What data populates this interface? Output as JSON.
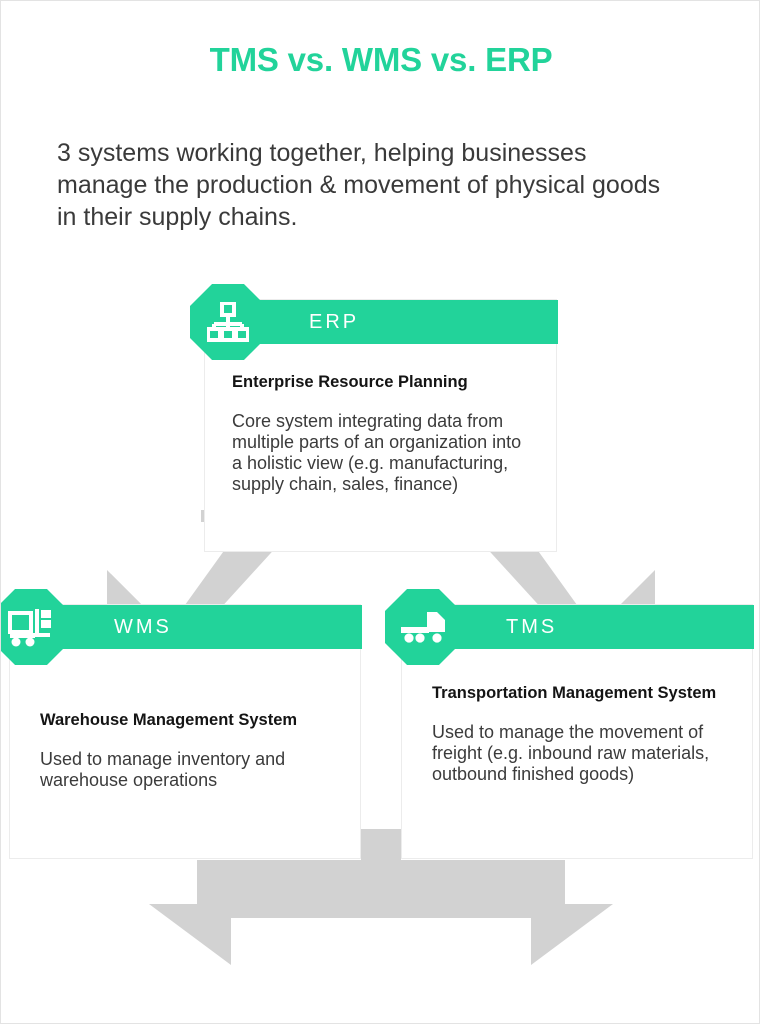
{
  "header": {
    "title": "TMS vs. WMS vs. ERP",
    "subtitle": "3 systems working together, helping businesses manage the production & movement of physical goods in their supply chains."
  },
  "colors": {
    "accent_green": "#22d39a",
    "arrow_grey": "#d2d2d2",
    "page_background": "#ffffff",
    "heading_text": "#141414",
    "body_text": "#3b3b3b"
  },
  "cards": [
    {
      "id": "erp",
      "badge": "ERP",
      "icon": "org-chart-icon",
      "heading": "Enterprise Resource Planning",
      "description": "Core system integrating data from multiple parts of an organization into a holistic view (e.g. manufacturing, supply chain, sales, finance)"
    },
    {
      "id": "wms",
      "badge": "WMS",
      "icon": "forklift-icon",
      "heading": "Warehouse Management System",
      "description": "Used to manage inventory and warehouse operations"
    },
    {
      "id": "tms",
      "badge": "TMS",
      "icon": "flatbed-truck-icon",
      "heading": "Transportation Management System",
      "description": "Used to manage the movement of freight (e.g. inbound raw materials, outbound finished goods)"
    }
  ],
  "connectors": [
    {
      "id": "erp-to-wms",
      "direction": "down-left",
      "style": "bent-arrow"
    },
    {
      "id": "erp-to-tms",
      "direction": "down-right",
      "style": "bent-arrow"
    },
    {
      "id": "wms-to-tms",
      "direction": "bidirectional-horizontal",
      "style": "double-headed-arrow"
    }
  ]
}
